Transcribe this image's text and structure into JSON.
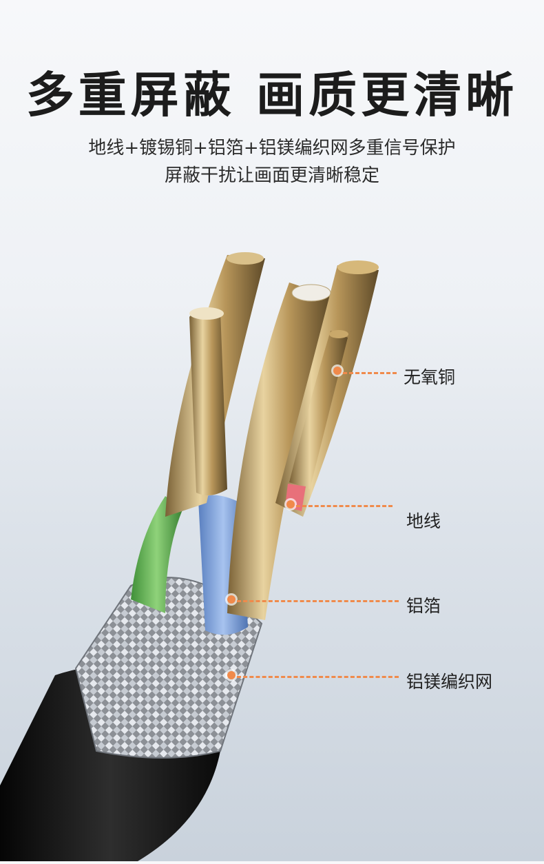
{
  "headline": "多重屏蔽 画质更清晰",
  "subtitle": {
    "line1": "地线+镀锡铜+铝箔+铝镁编织网多重信号保护",
    "line2": "屏蔽干扰让画面更清晰稳定"
  },
  "labels": {
    "copper": "无氧铜",
    "ground": "地线",
    "foil": "铝箔",
    "mesh": "铝镁编织网"
  },
  "colors": {
    "accent": "#f08a4b",
    "copper": "#c9a86a",
    "blue_wire": "#7ea3dc",
    "green_wire": "#6cbf5a",
    "red_wire": "#e8707a",
    "jacket": "#151515"
  }
}
